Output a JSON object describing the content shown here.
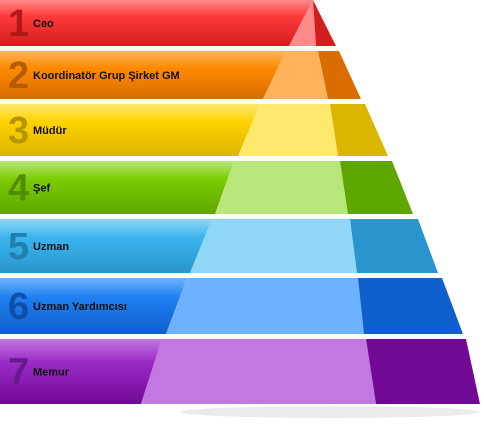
{
  "levels": [
    {
      "number": "1",
      "label": "Ceo",
      "color": "#ff3b3b",
      "light": "#ff8a8a",
      "dark": "#d21e1e",
      "num_color": "#b31818"
    },
    {
      "number": "2",
      "label": "Koordinatör Grup Şirket GM",
      "color": "#ff8a00",
      "light": "#ffb45c",
      "dark": "#d96d00",
      "num_color": "#b35c00"
    },
    {
      "number": "3",
      "label": "Müdür",
      "color": "#ffd200",
      "light": "#ffe86e",
      "dark": "#dcb500",
      "num_color": "#b89400"
    },
    {
      "number": "4",
      "label": "Şef",
      "color": "#7ccc00",
      "light": "#b7e67a",
      "dark": "#5ea600",
      "num_color": "#4f8c00"
    },
    {
      "number": "5",
      "label": "Uzman",
      "color": "#3ab4ee",
      "light": "#8fd6f7",
      "dark": "#2a95cc",
      "num_color": "#1f7fb0"
    },
    {
      "number": "6",
      "label": "Uzman Yardımcısı",
      "color": "#1f7ff0",
      "light": "#6db2ff",
      "dark": "#0f5fcc",
      "num_color": "#0e4fa8"
    },
    {
      "number": "7",
      "label": "Memur",
      "color": "#9b2cc6",
      "light": "#c278e0",
      "dark": "#720896",
      "num_color": "#6a1890"
    }
  ]
}
